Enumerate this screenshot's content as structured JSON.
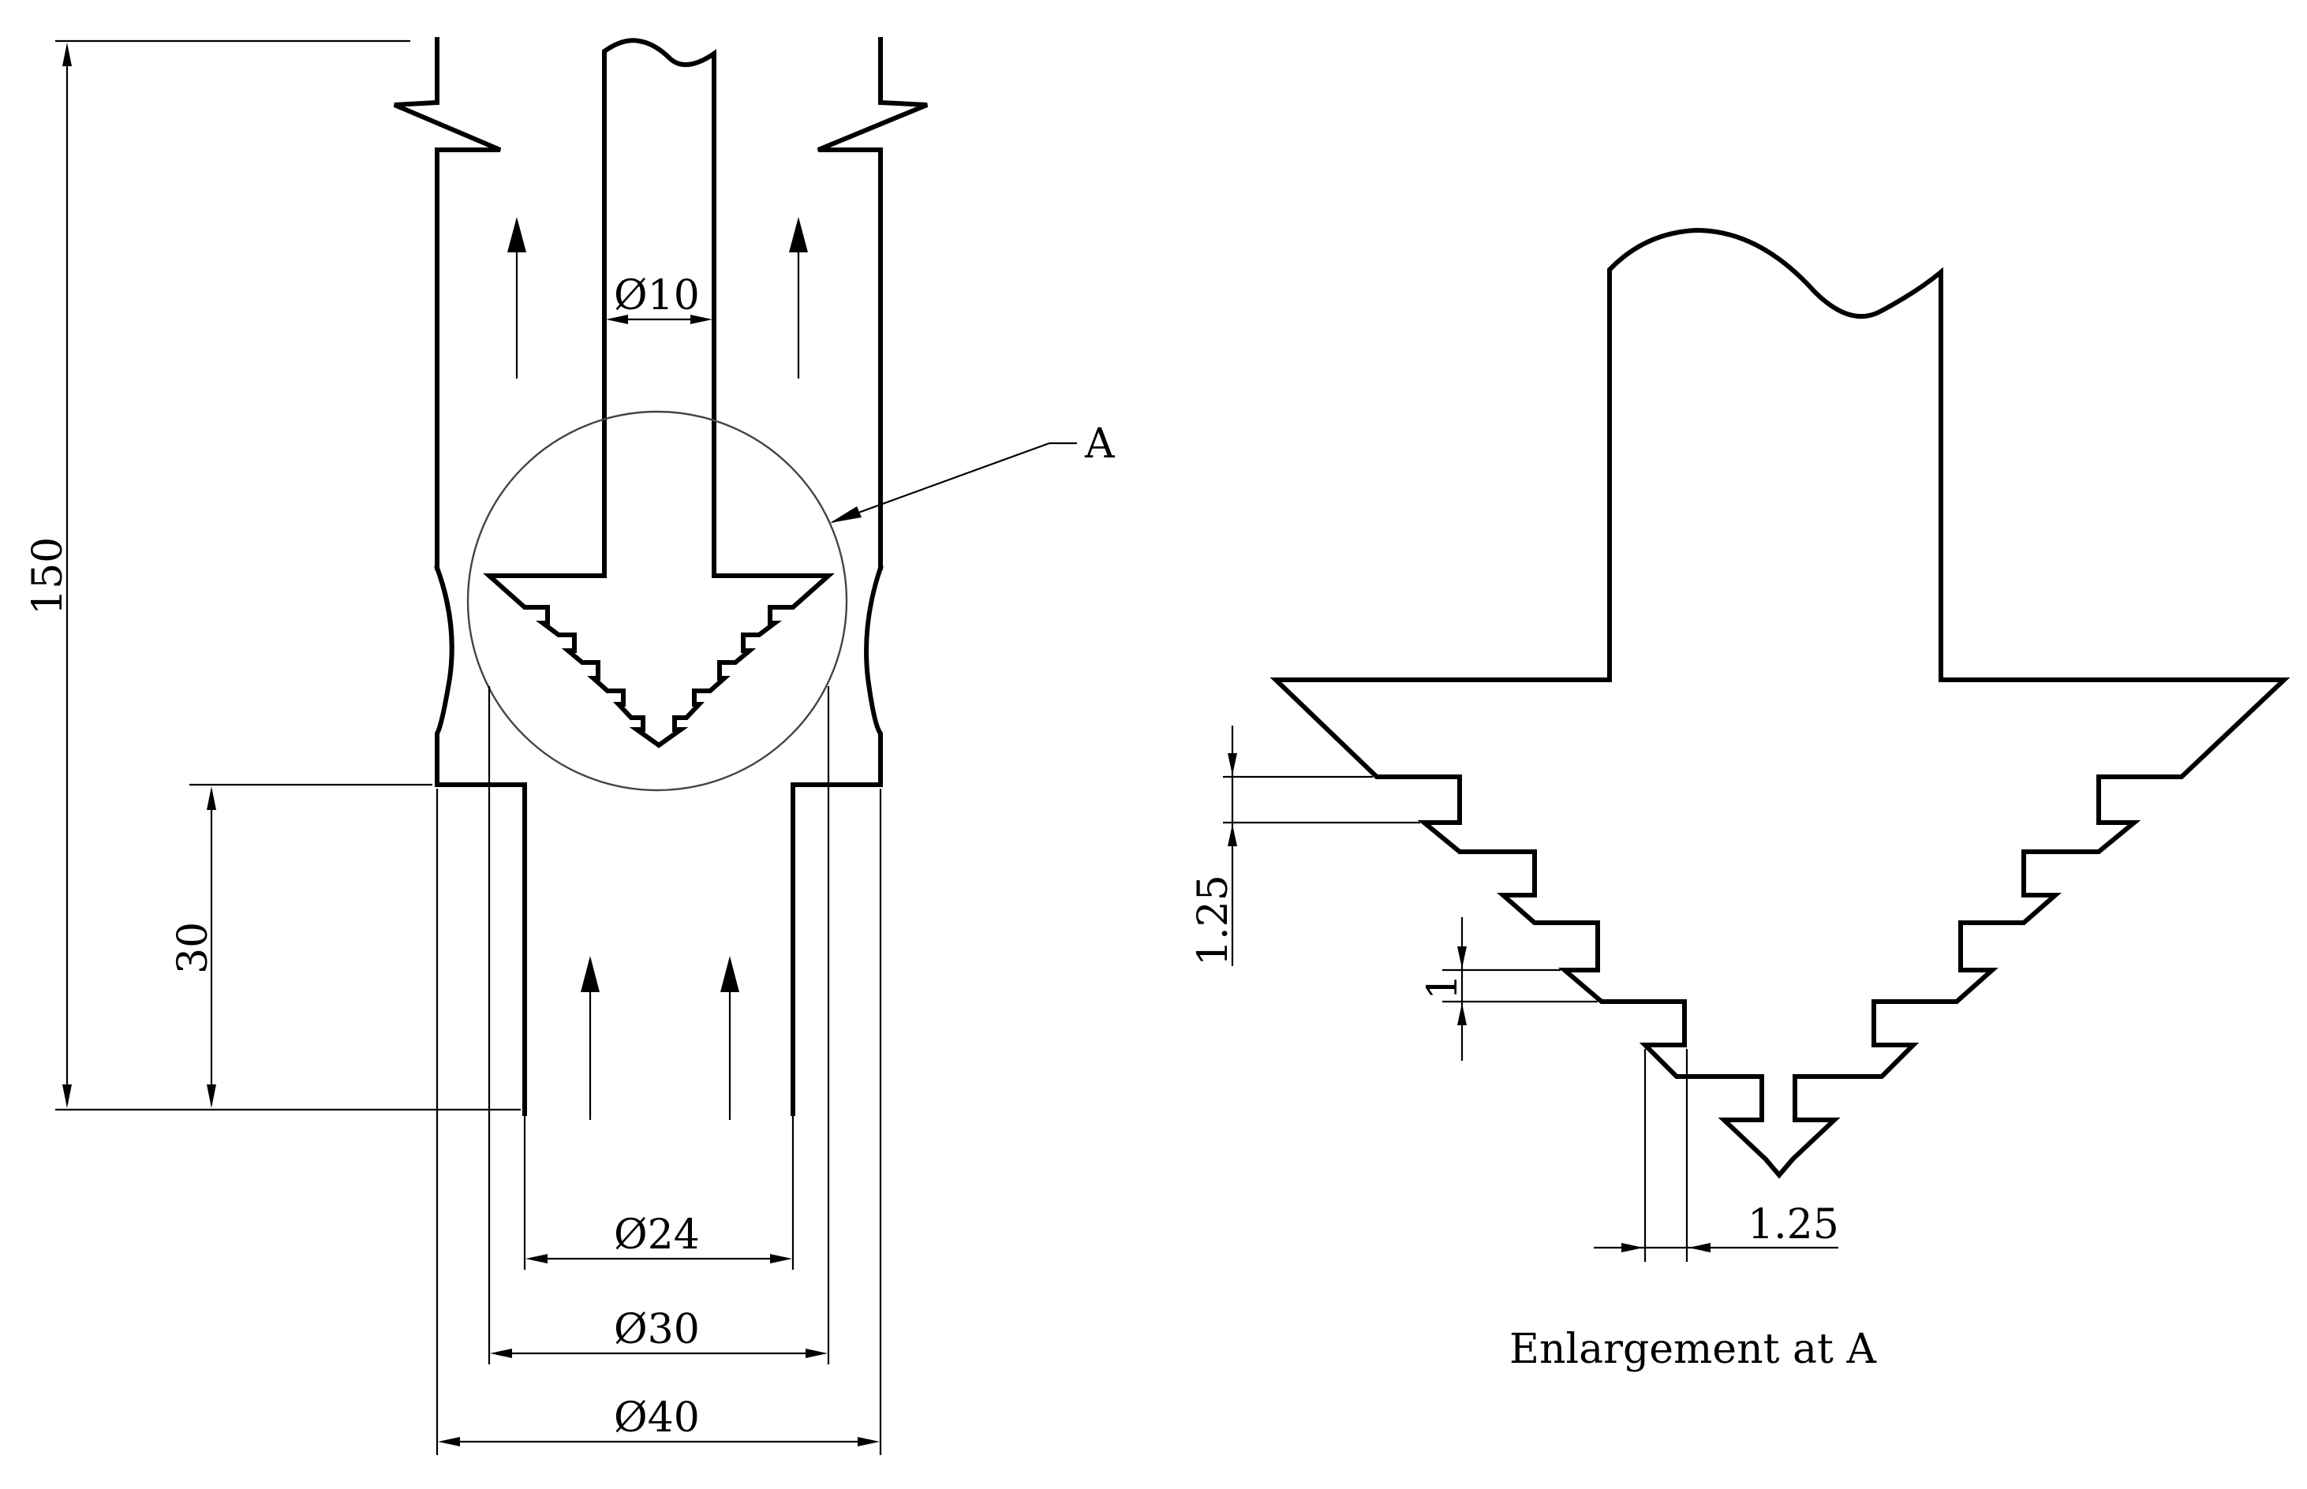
{
  "left_view": {
    "dimensions": {
      "length_total": "150",
      "inlet_length": "30",
      "rod_diameter": "Ø10",
      "inlet_diameter": "Ø24",
      "bore_diameter": "Ø30",
      "outer_diameter": "Ø40"
    },
    "callout_label": "A"
  },
  "enlargement": {
    "caption": "Enlargement at A",
    "dimensions": {
      "step_height_left": "1.25",
      "step_height_small": "1",
      "step_width_bottom": "1.25"
    }
  },
  "colors": {
    "line": "#000000",
    "background": "#ffffff"
  }
}
